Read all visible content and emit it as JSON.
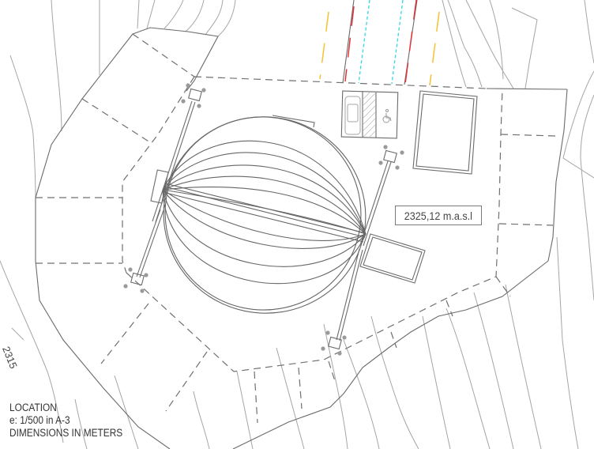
{
  "drawing": {
    "type": "site-plan",
    "elevation_label": "2325,12 m.a.s.l",
    "contour_label": "2315",
    "legend": {
      "line1": "LOCATION",
      "line2": "e: 1/500 in A-3",
      "line3": "DIMENSIONS IN METERS"
    },
    "colors": {
      "linework": "#6b6b6b",
      "contour": "#a5a5a5",
      "road_yellow": "#f2c230",
      "road_red": "#e0343a",
      "road_cyan": "#33d6e6",
      "background": "#ffffff"
    },
    "elements": [
      {
        "name": "geodesic-dome",
        "shape": "sphere-plan"
      },
      {
        "name": "parking-space",
        "contents": [
          "car-icon",
          "hatched-aisle",
          "wheelchair-icon"
        ]
      },
      {
        "name": "platform-rectangle-north"
      },
      {
        "name": "platform-rectangle-east"
      },
      {
        "name": "anchor-cable",
        "count": 4
      },
      {
        "name": "road",
        "lane_markings": [
          "yellow",
          "red",
          "cyan",
          "cyan",
          "red",
          "yellow"
        ]
      }
    ]
  }
}
